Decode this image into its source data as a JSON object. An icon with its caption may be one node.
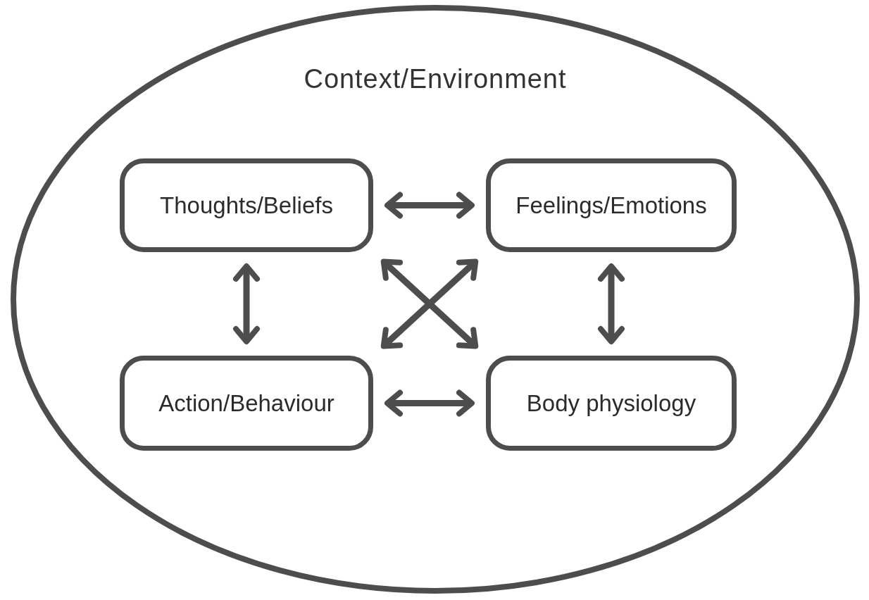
{
  "diagram": {
    "nodes": [
      {
        "text": [
          "Context/Environment"
        ]
      },
      {
        "text": [
          "Thoughts/Beliefs"
        ],
        "in": 0
      },
      {
        "text": [
          "Feelings/Emotions"
        ],
        "in": 0
      },
      {
        "text": [
          "Action/Behaviour"
        ],
        "in": 0
      },
      {
        "text": [
          "Body physiology"
        ],
        "in": 0
      }
    ],
    "edges": [
      {
        "from": 1,
        "to": 2,
        "arrow": "both"
      },
      {
        "from": 1,
        "to": 3,
        "arrow": "both"
      },
      {
        "from": 2,
        "to": 4,
        "arrow": "both"
      },
      {
        "from": 1,
        "to": 4,
        "arrow": "both"
      },
      {
        "from": 2,
        "to": 3,
        "arrow": "both"
      },
      {
        "from": 3,
        "to": 4,
        "arrow": "both"
      }
    ]
  }
}
